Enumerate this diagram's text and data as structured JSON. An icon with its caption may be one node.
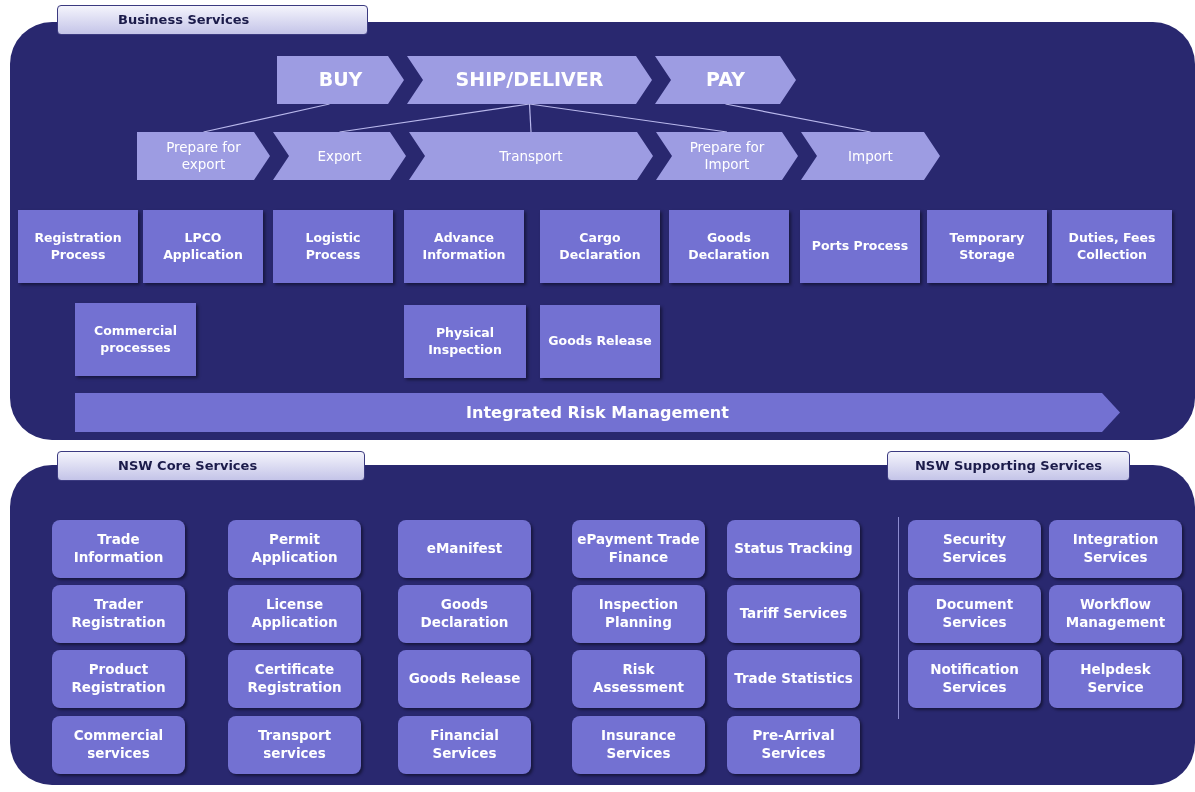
{
  "diagram": {
    "nodes": [
      {
        "text": [
          "Business Services"
        ]
      },
      {
        "text": [
          "BUY"
        ],
        "in": 0
      },
      {
        "text": [
          "SHIP/DELIVER"
        ],
        "in": 0
      },
      {
        "text": [
          "PAY"
        ],
        "in": 0
      },
      {
        "text": [
          "Prepare for export"
        ],
        "in": 0
      },
      {
        "text": [
          "Export"
        ],
        "in": 0
      },
      {
        "text": [
          "Transport"
        ],
        "in": 0
      },
      {
        "text": [
          "Prepare for Import"
        ],
        "in": 0
      },
      {
        "text": [
          "Import"
        ],
        "in": 0
      },
      {
        "text": [
          "Registration Process"
        ],
        "in": 0
      },
      {
        "text": [
          "LPCO Application"
        ],
        "in": 0
      },
      {
        "text": [
          "Logistic Process"
        ],
        "in": 0
      },
      {
        "text": [
          "Advance Information"
        ],
        "in": 0
      },
      {
        "text": [
          "Cargo Declaration"
        ],
        "in": 0
      },
      {
        "text": [
          "Goods Declaration"
        ],
        "in": 0
      },
      {
        "text": [
          "Ports Process"
        ],
        "in": 0
      },
      {
        "text": [
          "Temporary Storage"
        ],
        "in": 0
      },
      {
        "text": [
          "Duties, Fees Collection"
        ],
        "in": 0
      },
      {
        "text": [
          "Commercial processes"
        ],
        "in": 0
      },
      {
        "text": [
          "Physical Inspection"
        ],
        "in": 0
      },
      {
        "text": [
          "Goods Release"
        ],
        "in": 0
      },
      {
        "text": [
          "Integrated Risk Management"
        ],
        "in": 0
      },
      {
        "text": [
          "NSW Core Services",
          "NSW Supporting Services"
        ]
      },
      {
        "text": [
          "Trade Information"
        ],
        "in": 22
      },
      {
        "text": [
          "Permit Application"
        ],
        "in": 22
      },
      {
        "text": [
          "eManifest"
        ],
        "in": 22
      },
      {
        "text": [
          "ePayment Trade Finance"
        ],
        "in": 22
      },
      {
        "text": [
          "Status Tracking"
        ],
        "in": 22
      },
      {
        "text": [
          "Security Services"
        ],
        "in": 22
      },
      {
        "text": [
          "Integration Services"
        ],
        "in": 22
      },
      {
        "text": [
          "Trader Registration"
        ],
        "in": 22
      },
      {
        "text": [
          "License Application"
        ],
        "in": 22
      },
      {
        "text": [
          "Goods Declaration"
        ],
        "in": 22
      },
      {
        "text": [
          "Inspection Planning"
        ],
        "in": 22
      },
      {
        "text": [
          "Tariff Services"
        ],
        "in": 22
      },
      {
        "text": [
          "Document Services"
        ],
        "in": 22
      },
      {
        "text": [
          "Workflow Management"
        ],
        "in": 22
      },
      {
        "text": [
          "Product Registration"
        ],
        "in": 22
      },
      {
        "text": [
          "Certificate Registration"
        ],
        "in": 22
      },
      {
        "text": [
          "Goods Release"
        ],
        "in": 22
      },
      {
        "text": [
          "Risk Assessment"
        ],
        "in": 22
      },
      {
        "text": [
          "Trade Statistics"
        ],
        "in": 22
      },
      {
        "text": [
          "Notification Services"
        ],
        "in": 22
      },
      {
        "text": [
          "Helpdesk Service"
        ],
        "in": 22
      },
      {
        "text": [
          "Commercial services"
        ],
        "in": 22
      },
      {
        "text": [
          "Transport services"
        ],
        "in": 22
      },
      {
        "text": [
          "Financial Services"
        ],
        "in": 22
      },
      {
        "text": [
          "Insurance Services"
        ],
        "in": 22
      },
      {
        "text": [
          "Pre-Arrival Services"
        ],
        "in": 22
      }
    ],
    "edges": [
      {
        "from": 1,
        "to": 4,
        "arrow": "none"
      },
      {
        "from": 2,
        "to": 5,
        "arrow": "none"
      },
      {
        "from": 2,
        "to": 6,
        "arrow": "none"
      },
      {
        "from": 2,
        "to": 7,
        "arrow": "none"
      },
      {
        "from": 3,
        "to": 8,
        "arrow": "none"
      }
    ]
  }
}
